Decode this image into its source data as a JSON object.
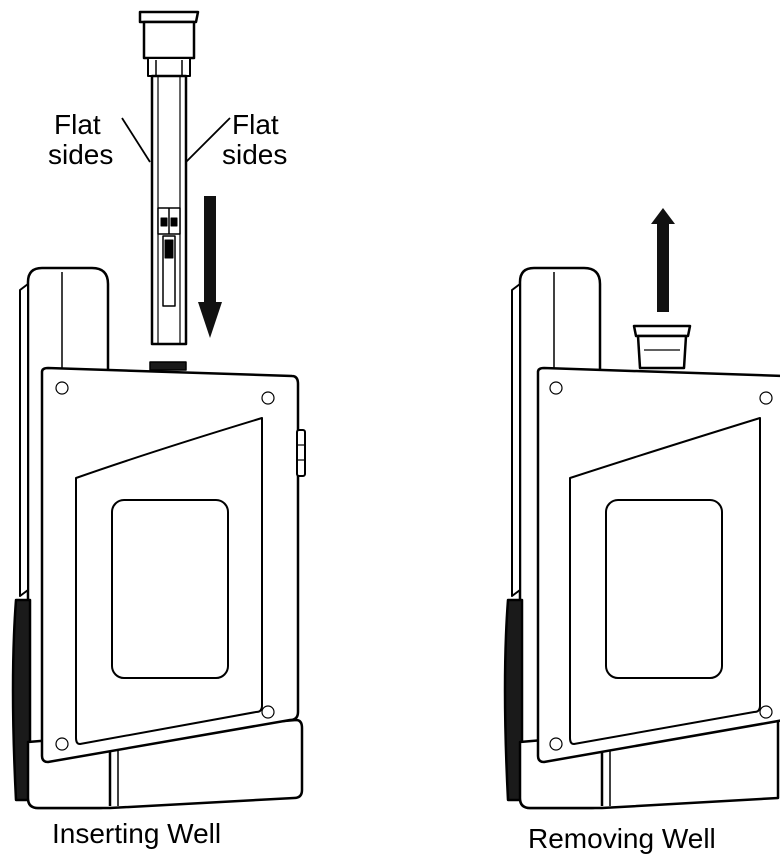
{
  "labels": {
    "flat_sides_left_line1": "Flat",
    "flat_sides_left_line2": "sides",
    "flat_sides_right_line1": "Flat",
    "flat_sides_right_line2": "sides",
    "caption_left": "Inserting Well",
    "caption_right": "Removing Well"
  },
  "icons": {
    "insert_arrow": "arrow-down-icon",
    "remove_arrow": "arrow-up-icon"
  },
  "colors": {
    "stroke": "#000000",
    "fill": "#ffffff"
  }
}
